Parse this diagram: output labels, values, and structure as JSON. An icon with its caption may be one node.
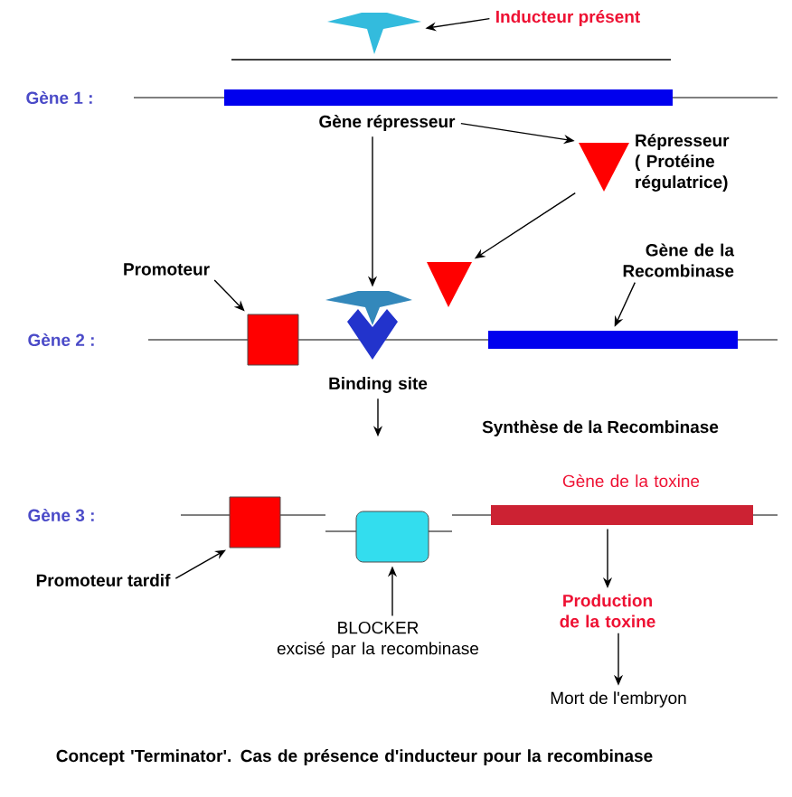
{
  "diagram": {
    "caption": "Concept 'Terminator'. Cas de présence d'inducteur pour la recombinase",
    "nodes": [
      {
        "text": [],
        "shape": "star"
      },
      {
        "text": [
          "Inducteur présent"
        ]
      },
      {
        "text": [],
        "shape": "bar"
      },
      {
        "text": [
          "Gène répresseur"
        ]
      },
      {
        "text": [],
        "shape": "triangle",
        "beside": [
          "Répresseur ( Protéine régulatrice)"
        ]
      },
      {
        "text": [],
        "shape": "triangle"
      },
      {
        "text": [
          "Promoteur"
        ]
      },
      {
        "text": [],
        "shape": "box"
      },
      {
        "text": [],
        "shape": "heart",
        "beside": [
          "Binding site"
        ]
      },
      {
        "text": [
          "Gène de la Recombinase"
        ]
      },
      {
        "text": [],
        "shape": "bar"
      },
      {
        "text": [],
        "shape": "box"
      },
      {
        "text": [
          "Promoteur tardif"
        ]
      },
      {
        "text": [],
        "shape": "box"
      },
      {
        "text": [
          "BLOCKER",
          "excisé par la recombinase"
        ]
      },
      {
        "text": [],
        "shape": "bar",
        "beside": [
          "Gène de la toxine"
        ]
      },
      {
        "text": [
          "Production de la toxine"
        ]
      },
      {
        "text": [
          "Mort de l'embryon"
        ]
      }
    ],
    "edges": [
      {
        "from": 1,
        "to": 0,
        "arrow": "to"
      },
      {
        "from": 3,
        "to": 4,
        "arrow": "to"
      },
      {
        "from": 4,
        "to": 5,
        "arrow": "to"
      },
      {
        "from": 3,
        "to": 8,
        "arrow": "to"
      },
      {
        "from": 6,
        "to": 7,
        "arrow": "to"
      },
      {
        "from": 8,
        "to": null,
        "arrow": "to"
      },
      {
        "from": 9,
        "to": 10,
        "arrow": "to"
      },
      {
        "from": 12,
        "to": 11,
        "arrow": "to"
      },
      {
        "from": 14,
        "to": 13,
        "arrow": "to"
      },
      {
        "from": 15,
        "to": 16,
        "arrow": "to"
      },
      {
        "from": 16,
        "to": 17,
        "arrow": "to"
      }
    ],
    "labels": [
      "Gène 1 :",
      "Gène 2 :",
      "Gène 3 :",
      "Synthèse de la Recombinase"
    ]
  }
}
